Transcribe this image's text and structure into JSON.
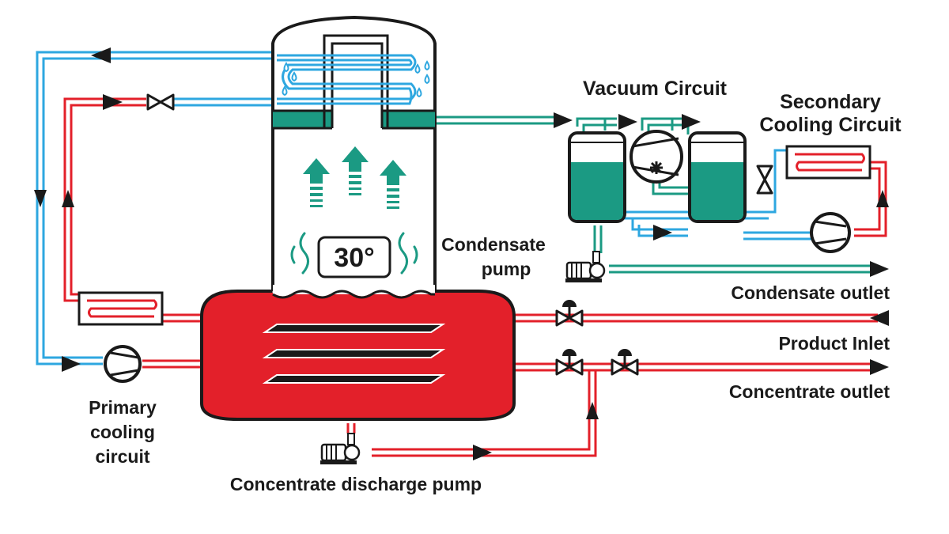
{
  "colors": {
    "cold": "#2ea7e0",
    "hot": "#e3202a",
    "vapour": "#1b9a83",
    "outline": "#1a1a1a",
    "vessel_red": "#e3202a",
    "background": "#ffffff"
  },
  "evaporator": {
    "temperature_readout": "30°"
  },
  "labels": {
    "vacuum_circuit": "Vacuum Circuit",
    "secondary_cooling_line1": "Secondary",
    "secondary_cooling_line2": "Cooling Circuit",
    "condensate_pump_line1": "Condensate",
    "condensate_pump_line2": "pump",
    "condensate_outlet": "Condensate outlet",
    "product_inlet": "Product Inlet",
    "concentrate_outlet": "Concentrate outlet",
    "primary_line1": "Primary",
    "primary_line2": "cooling",
    "primary_line3": "circuit",
    "concentrate_discharge_pump": "Concentrate discharge pump"
  },
  "icons": [
    "vapour-arrow-icon",
    "heat-wave-icon",
    "water-droplet-icon",
    "valve-icon",
    "pump-icon",
    "vacuum-pump-icon",
    "heat-exchanger-icon",
    "flow-arrow-icon"
  ]
}
